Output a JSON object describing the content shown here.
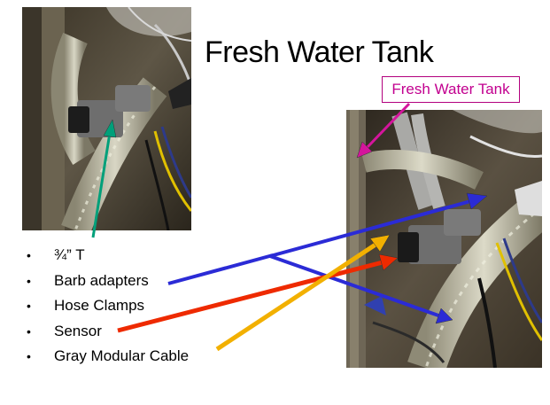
{
  "slide": {
    "title": "Fresh Water Tank",
    "callout_label": "Fresh Water Tank"
  },
  "parts_list": [
    "¾” T",
    "Barb adapters",
    "Hose Clamps",
    "Sensor",
    "Gray Modular Cable"
  ],
  "bullet_glyph": "•",
  "arrow_colors": {
    "tee": "#00a07a",
    "barb_adapters": "#2b2bd6",
    "sensor": "#ee2a00",
    "gray_cable": "#f2b000",
    "callout": "#d4159c"
  }
}
